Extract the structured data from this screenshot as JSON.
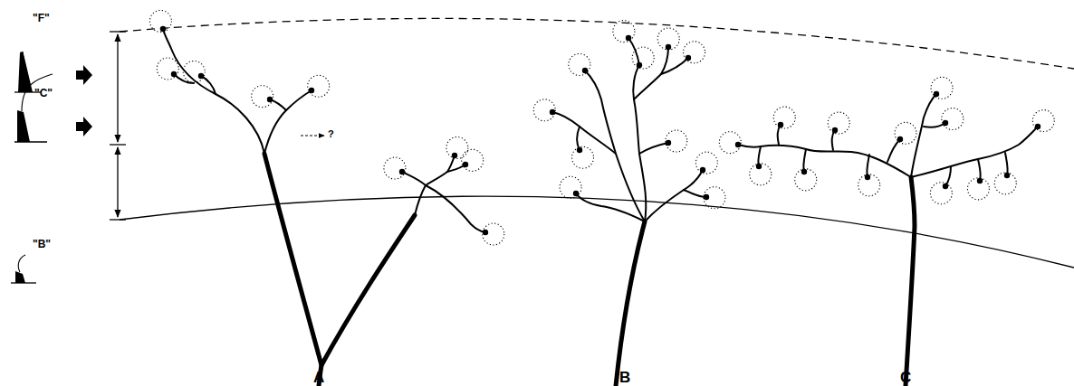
{
  "diagram": {
    "labels": [
      "\"F\"",
      "\"C\"",
      "\"B\"",
      "?",
      "A",
      "B",
      "C"
    ]
  }
}
